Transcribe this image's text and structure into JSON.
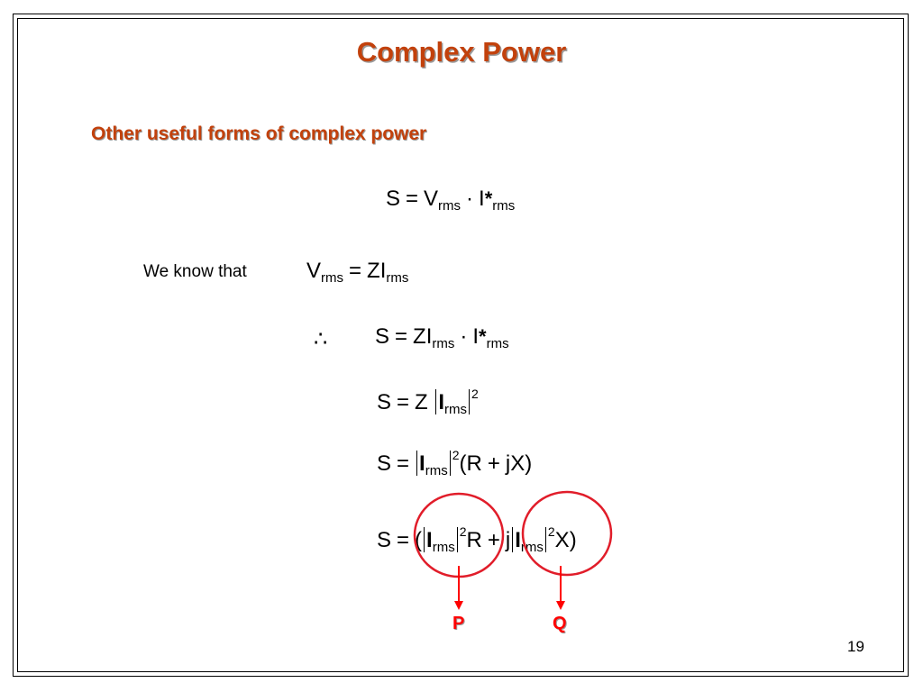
{
  "slide": {
    "title": "Complex Power",
    "subtitle": "Other useful forms of complex power",
    "we_know_that": "We know that",
    "therefore_symbol": "∴",
    "label_p": "P",
    "label_q": "Q",
    "page_number": "19"
  },
  "math": {
    "S": "S",
    "eq": "=",
    "V": "V",
    "I": "I",
    "Z": "Z",
    "ZI": "ZI",
    "sub_rms": "rms",
    "dot": "·",
    "star": "*",
    "sq": "2",
    "plus": "+",
    "R": "R",
    "jX": "jX",
    "X": "X",
    "j": "j",
    "lp": "(",
    "rp": ")"
  },
  "colors": {
    "title": "#c2410c",
    "annotation": "#ff0000"
  }
}
